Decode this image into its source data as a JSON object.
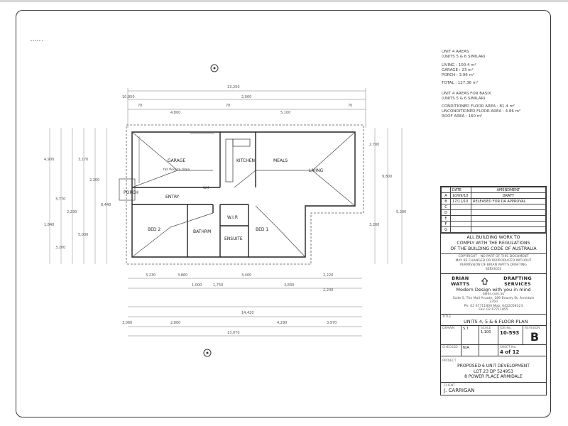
{
  "areas": {
    "heading": "UNIT 4 AREAS",
    "subheading": "(UNITS 5 & 6 SIMILAR)",
    "living": "LIVING : 100.4 m²",
    "garage": "GARAGE : 23 m²",
    "porch": "PORCH : 3.96 m²",
    "total": "TOTAL : 127.36 m²",
    "basix_heading": "UNIT 4 AREAS FOR BASIX",
    "basix_sub": "(UNITS 5 & 6 SIMILAR)",
    "conditioned": "CONDITIONED FLOOR AREA : 81.4 m²",
    "unconditioned": "UNCONDITIONED FLOOR AREA : 4.86 m²",
    "roof": "ROOF AREA : 160 m²"
  },
  "revisions": {
    "headers": [
      "DATE",
      "AMENDMENT"
    ],
    "rows": [
      {
        "rev": "A",
        "date": "10/09/10",
        "amendment": "DRAFT"
      },
      {
        "rev": "B",
        "date": "17/11/10",
        "amendment": "RELEASED FOR DA APPROVAL"
      },
      {
        "rev": "C",
        "date": "",
        "amendment": ""
      },
      {
        "rev": "D",
        "date": "",
        "amendment": ""
      },
      {
        "rev": "E",
        "date": "",
        "amendment": ""
      },
      {
        "rev": "F",
        "date": "",
        "amendment": ""
      },
      {
        "rev": "G",
        "date": "",
        "amendment": ""
      }
    ]
  },
  "note": [
    "ALL BUILDING WORK TO",
    "COMPLY WITH THE REGULATIONS",
    "OF THE BUILDING CODE OF AUSTRALIA"
  ],
  "copyright": [
    "COPYRIGHT - NO PART OF THIS DOCUMENT",
    "MAY BE CHANGED OR REPRODUCED WITHOUT",
    "PERMISSION OF BRIAN WATTS DRAFTING",
    "SERVICES"
  ],
  "firm": {
    "name_left": "BRIAN WATTS",
    "name_right": "DRAFTING SERVICES",
    "tagline": "Modern Design with you in mind",
    "web": "bwds.com.au",
    "address": "Suite 5, The Mall Arcade, 189 Beardy St, Armidale",
    "postcode": "2350",
    "phone": "Ph: 02 67711800   Mob: 0422058323",
    "fax": "Fax: 02 67711855"
  },
  "sheet": {
    "title_label": "TITLE",
    "title": "UNITS 4, 5 & 6 FLOOR PLAN",
    "drawn_label": "DRAWN",
    "drawn": "S.T.",
    "scale_label": "SCALE",
    "scale": "1:100",
    "job_label": "JOB No.",
    "job": "10-593",
    "revision_label": "REVISION",
    "revision": "B",
    "checked_label": "CHECKED",
    "checked": "N/A",
    "sheet_label": "SHEET No.",
    "sheet_no": "4 of 12",
    "project_label": "PROJECT",
    "project": [
      "PROPOSED 6 UNIT DEVELOPMENT",
      "LOT 23  DP 524953",
      "8 POWER PLACE ARMIDALE"
    ],
    "client_label": "CLIENT",
    "client": "J. CARRIGAN"
  },
  "plan": {
    "rooms": {
      "garage": "GARAGE",
      "garage_note": "fall floor to drain",
      "kitchen": "KITCHEN",
      "meals": "MEALS",
      "living": "LIVING",
      "porch": "PORCH",
      "entry": "ENTRY",
      "bed2": "BED 2",
      "bathrm": "BATHRM",
      "wir": "W.I.R",
      "ensuite": "ENSUITE",
      "bed1": "BED 1",
      "wm": "WM"
    },
    "dims_top": [
      "10,950",
      "70",
      "4,800",
      "70",
      "5,100",
      "70",
      "2,000"
    ],
    "dims_overall": "13,250",
    "dims_bottom": [
      "3,230",
      "3,860",
      "1,750",
      "3,400",
      "2,220",
      "1,000",
      "3,830",
      "2,200",
      "14,420",
      "13,070",
      "3,060",
      "2,800",
      "4,290",
      "3,970"
    ],
    "dims_left": [
      "4,900",
      "3,770",
      "2,230",
      "3,170",
      "1,840",
      "2,200",
      "5,030",
      "8,440",
      "3,200"
    ],
    "dims_right": [
      "2,700",
      "9,800",
      "3,200",
      "5,200"
    ]
  }
}
